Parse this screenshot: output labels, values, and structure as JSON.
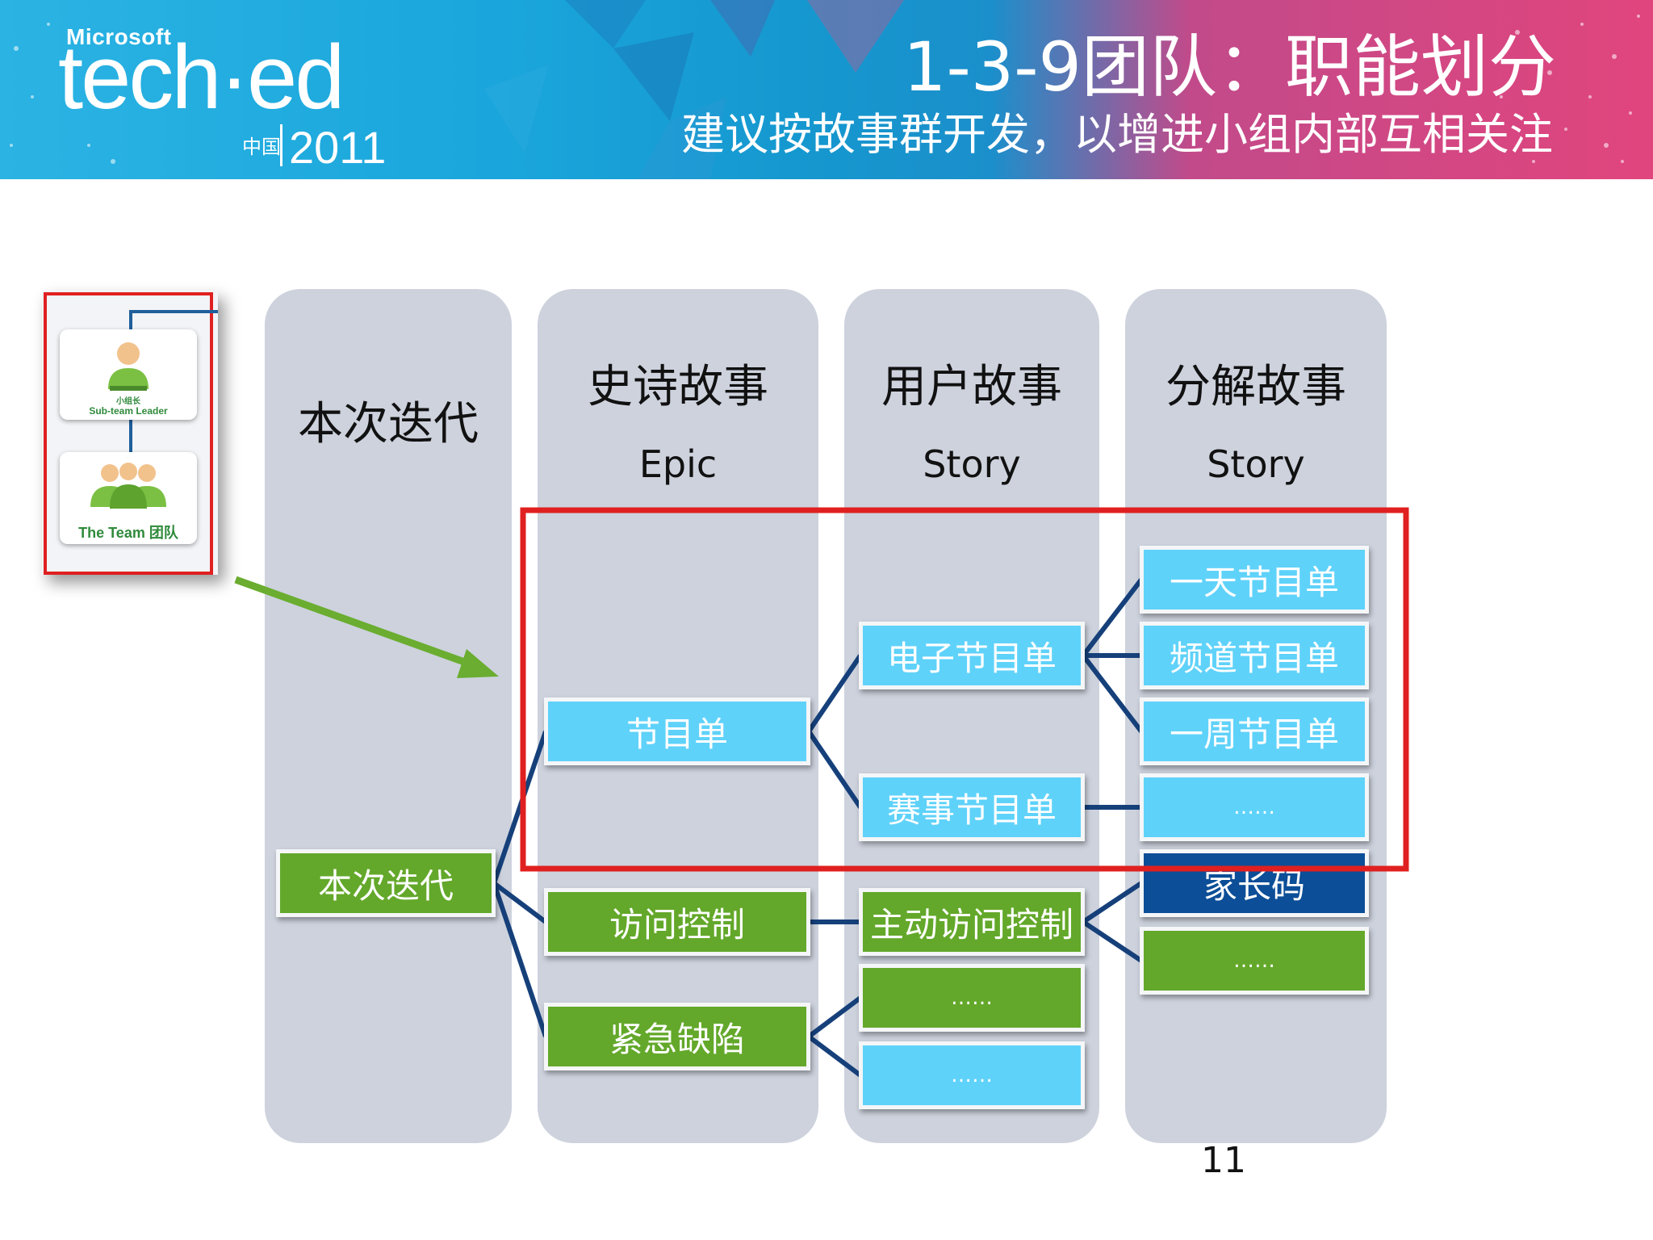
{
  "banner": {
    "microsoft": "Microsoft",
    "brand": "tech·ed",
    "region": "中国",
    "year": "2011",
    "title": "1-3-9团队：职能划分",
    "subtitle": "建议按故事群开发，以增进小组内部互相关注"
  },
  "team_image": {
    "leader_cn": "小组长",
    "leader_en": "Sub-team Leader",
    "team_label": "The Team 团队"
  },
  "columns": [
    {
      "title": "本次迭代",
      "subtitle": ""
    },
    {
      "title": "史诗故事",
      "subtitle": "Epic"
    },
    {
      "title": "用户故事",
      "subtitle": "Story"
    },
    {
      "title": "分解故事",
      "subtitle": "Story"
    }
  ],
  "nodes": {
    "iteration": "本次迭代",
    "epic_program": "节目单",
    "epic_access": "访问控制",
    "epic_defect": "紧急缺陷",
    "story_epg": "电子节目单",
    "story_event": "赛事节目单",
    "story_active_access": "主动访问控制",
    "story_more_green": "……",
    "story_more_blue": "……",
    "sub_day": "一天节目单",
    "sub_channel": "频道节目单",
    "sub_week": "一周节目单",
    "sub_more_blue": "……",
    "sub_parent_code": "家长码",
    "sub_more_green": "……"
  },
  "colors": {
    "blue_node": "#5fd2fa",
    "green_node": "#63a82a",
    "navy_node": "#0c4e97",
    "connector": "#16407a",
    "highlight": "#e02020",
    "arrow": "#6aad30",
    "column_bg": "#cdd2dd"
  },
  "page_number": "11"
}
